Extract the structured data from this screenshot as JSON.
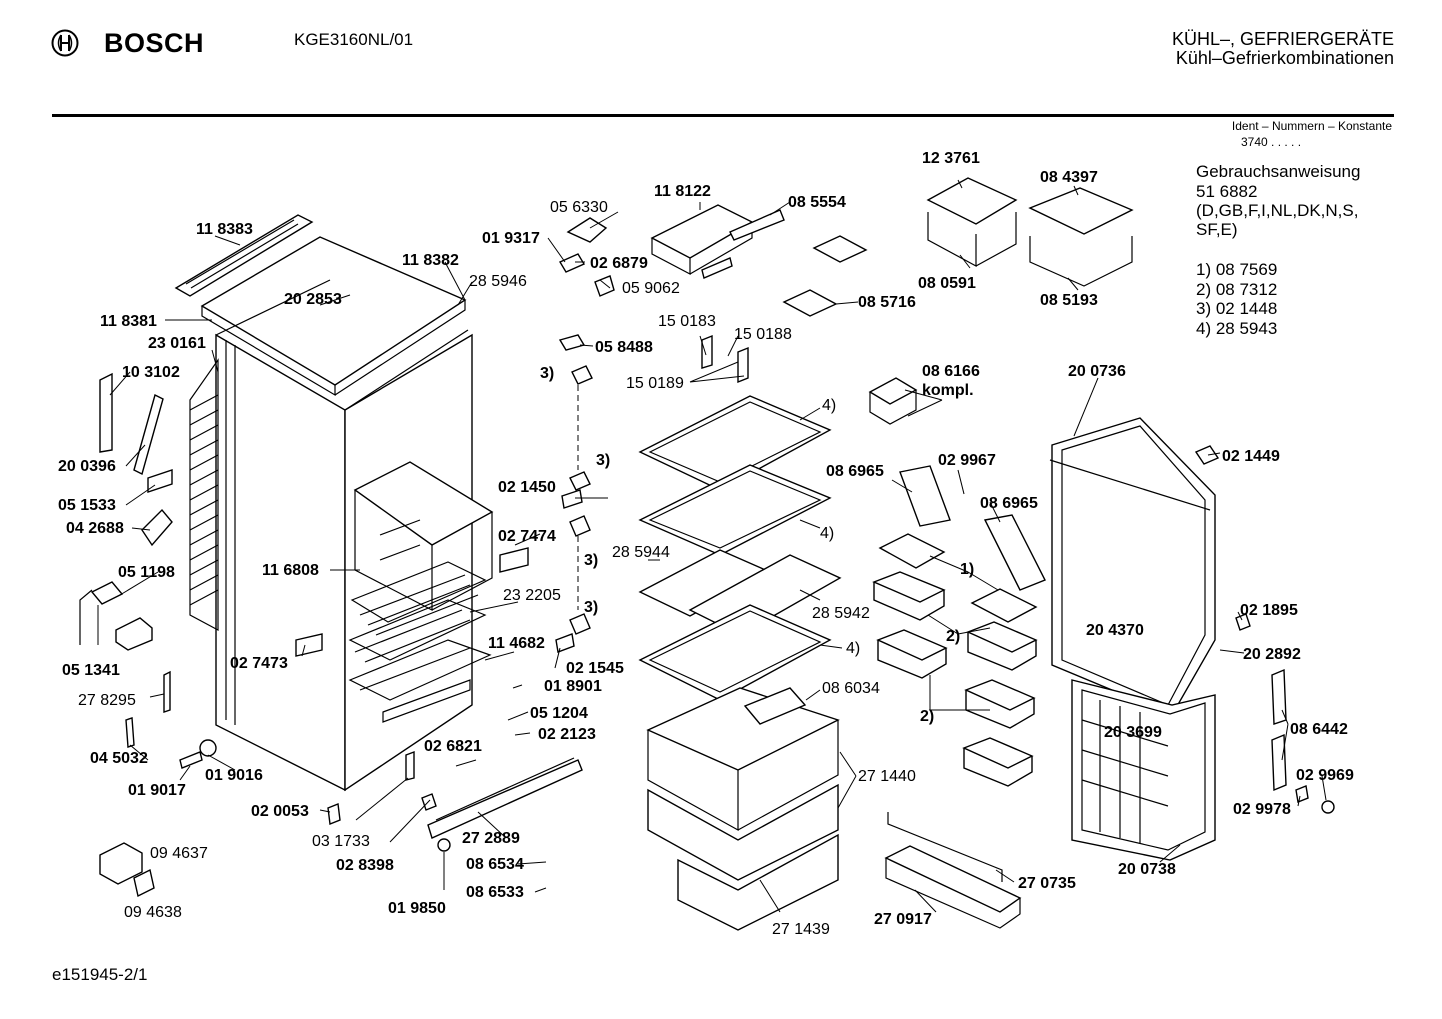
{
  "header": {
    "brand": "BOSCH",
    "model": "KGE3160NL/01",
    "category_line1": "KÜHL–, GEFRIERGERÄTE",
    "category_line2": "Kühl–Gefrierkombinationen",
    "ident_label": "Ident – Nummern – Konstante",
    "ident_value": "3740  .  .  .  .  ."
  },
  "info": {
    "manual_title": "Gebrauchsanweisung",
    "manual_number": "51 6882",
    "languages_line1": "(D,GB,F,I,NL,DK,N,S,",
    "languages_line2": "SF,E)",
    "notes": [
      "1) 08 7569",
      "2) 08 7312",
      "3) 02 1448",
      "4) 28 5943"
    ]
  },
  "labels": [
    {
      "id": "118383",
      "text": "11 8383",
      "bold": true
    },
    {
      "id": "202853",
      "text": "20 2853",
      "bold": true
    },
    {
      "id": "118382",
      "text": "11 8382",
      "bold": true
    },
    {
      "id": "285946",
      "text": "28 5946",
      "bold": false
    },
    {
      "id": "118381",
      "text": "11 8381",
      "bold": true
    },
    {
      "id": "230161",
      "text": "23 0161",
      "bold": true
    },
    {
      "id": "103102",
      "text": "10 3102",
      "bold": true
    },
    {
      "id": "200396",
      "text": "20 0396",
      "bold": true
    },
    {
      "id": "051533",
      "text": "05 1533",
      "bold": true
    },
    {
      "id": "042688",
      "text": "04 2688",
      "bold": true
    },
    {
      "id": "051198",
      "text": "05 1198",
      "bold": true
    },
    {
      "id": "051341",
      "text": "05 1341",
      "bold": true
    },
    {
      "id": "278295",
      "text": "27 8295",
      "bold": false
    },
    {
      "id": "045032",
      "text": "04 5032",
      "bold": true
    },
    {
      "id": "019017",
      "text": "01 9017",
      "bold": true
    },
    {
      "id": "019016",
      "text": "01 9016",
      "bold": true
    },
    {
      "id": "094637",
      "text": "09 4637",
      "bold": false
    },
    {
      "id": "094638",
      "text": "09 4638",
      "bold": false
    },
    {
      "id": "020053",
      "text": "02 0053",
      "bold": true
    },
    {
      "id": "031733",
      "text": "03 1733",
      "bold": false
    },
    {
      "id": "028398",
      "text": "02 8398",
      "bold": true
    },
    {
      "id": "019850",
      "text": "01 9850",
      "bold": true
    },
    {
      "id": "116808",
      "text": "11 6808",
      "bold": true
    },
    {
      "id": "027473",
      "text": "02 7473",
      "bold": true
    },
    {
      "id": "056330",
      "text": "05 6330",
      "bold": false
    },
    {
      "id": "019317",
      "text": "01 9317",
      "bold": true
    },
    {
      "id": "026879",
      "text": "02 6879",
      "bold": true
    },
    {
      "id": "059062",
      "text": "05 9062",
      "bold": false
    },
    {
      "id": "118122",
      "text": "11 8122",
      "bold": true
    },
    {
      "id": "085554",
      "text": "08 5554",
      "bold": true
    },
    {
      "id": "085716",
      "text": "08 5716",
      "bold": true
    },
    {
      "id": "058488",
      "text": "05 8488",
      "bold": true
    },
    {
      "id": "150183",
      "text": "15 0183",
      "bold": false
    },
    {
      "id": "150188",
      "text": "15 0188",
      "bold": false
    },
    {
      "id": "150189",
      "text": "15 0189",
      "bold": false
    },
    {
      "id": "n3a",
      "text": "3)",
      "bold": true
    },
    {
      "id": "n3b",
      "text": "3)",
      "bold": true
    },
    {
      "id": "n3c",
      "text": "3)",
      "bold": true
    },
    {
      "id": "n3d",
      "text": "3)",
      "bold": true
    },
    {
      "id": "021450",
      "text": "02 1450",
      "bold": true
    },
    {
      "id": "027474",
      "text": "02 7474",
      "bold": true
    },
    {
      "id": "232205",
      "text": "23 2205",
      "bold": false
    },
    {
      "id": "114682",
      "text": "11 4682",
      "bold": true
    },
    {
      "id": "021545",
      "text": "02 1545",
      "bold": true
    },
    {
      "id": "018901",
      "text": "01 8901",
      "bold": true
    },
    {
      "id": "051204",
      "text": "05 1204",
      "bold": true
    },
    {
      "id": "022123",
      "text": "02 2123",
      "bold": true
    },
    {
      "id": "026821",
      "text": "02 6821",
      "bold": true
    },
    {
      "id": "272889",
      "text": "27 2889",
      "bold": true
    },
    {
      "id": "086534",
      "text": "08 6534",
      "bold": true
    },
    {
      "id": "086533",
      "text": "08 6533",
      "bold": true
    },
    {
      "id": "n4a",
      "text": "4)",
      "bold": false
    },
    {
      "id": "n4b",
      "text": "4)",
      "bold": false
    },
    {
      "id": "n4c",
      "text": "4)",
      "bold": false
    },
    {
      "id": "285944",
      "text": "28 5944",
      "bold": false
    },
    {
      "id": "285942",
      "text": "28 5942",
      "bold": false
    },
    {
      "id": "086034",
      "text": "08 6034",
      "bold": false
    },
    {
      "id": "271440",
      "text": "27 1440",
      "bold": false
    },
    {
      "id": "271439",
      "text": "27 1439",
      "bold": false
    },
    {
      "id": "123761",
      "text": "12 3761",
      "bold": true
    },
    {
      "id": "080591",
      "text": "08 0591",
      "bold": true
    },
    {
      "id": "084397",
      "text": "08 4397",
      "bold": true
    },
    {
      "id": "085193",
      "text": "08 5193",
      "bold": true
    },
    {
      "id": "086166",
      "text": "08 6166",
      "bold": true
    },
    {
      "id": "kompl",
      "text": "kompl.",
      "bold": true
    },
    {
      "id": "200736",
      "text": "20 0736",
      "bold": true
    },
    {
      "id": "086965a",
      "text": "08 6965",
      "bold": true
    },
    {
      "id": "029967",
      "text": "02 9967",
      "bold": true
    },
    {
      "id": "086965b",
      "text": "08 6965",
      "bold": true
    },
    {
      "id": "n1",
      "text": "1)",
      "bold": true
    },
    {
      "id": "n2a",
      "text": "2)",
      "bold": true
    },
    {
      "id": "n2b",
      "text": "2)",
      "bold": true
    },
    {
      "id": "021449",
      "text": "02 1449",
      "bold": true
    },
    {
      "id": "021895",
      "text": "02 1895",
      "bold": true
    },
    {
      "id": "204370",
      "text": "20 4370",
      "bold": true
    },
    {
      "id": "202892",
      "text": "20 2892",
      "bold": true
    },
    {
      "id": "086442",
      "text": "08 6442",
      "bold": true
    },
    {
      "id": "203699",
      "text": "20 3699",
      "bold": true
    },
    {
      "id": "029969",
      "text": "02 9969",
      "bold": true
    },
    {
      "id": "029978",
      "text": "02 9978",
      "bold": true
    },
    {
      "id": "200738",
      "text": "20 0738",
      "bold": true
    },
    {
      "id": "270735",
      "text": "27 0735",
      "bold": true
    },
    {
      "id": "270917",
      "text": "27 0917",
      "bold": true
    }
  ],
  "footer": "e151945-2/1"
}
